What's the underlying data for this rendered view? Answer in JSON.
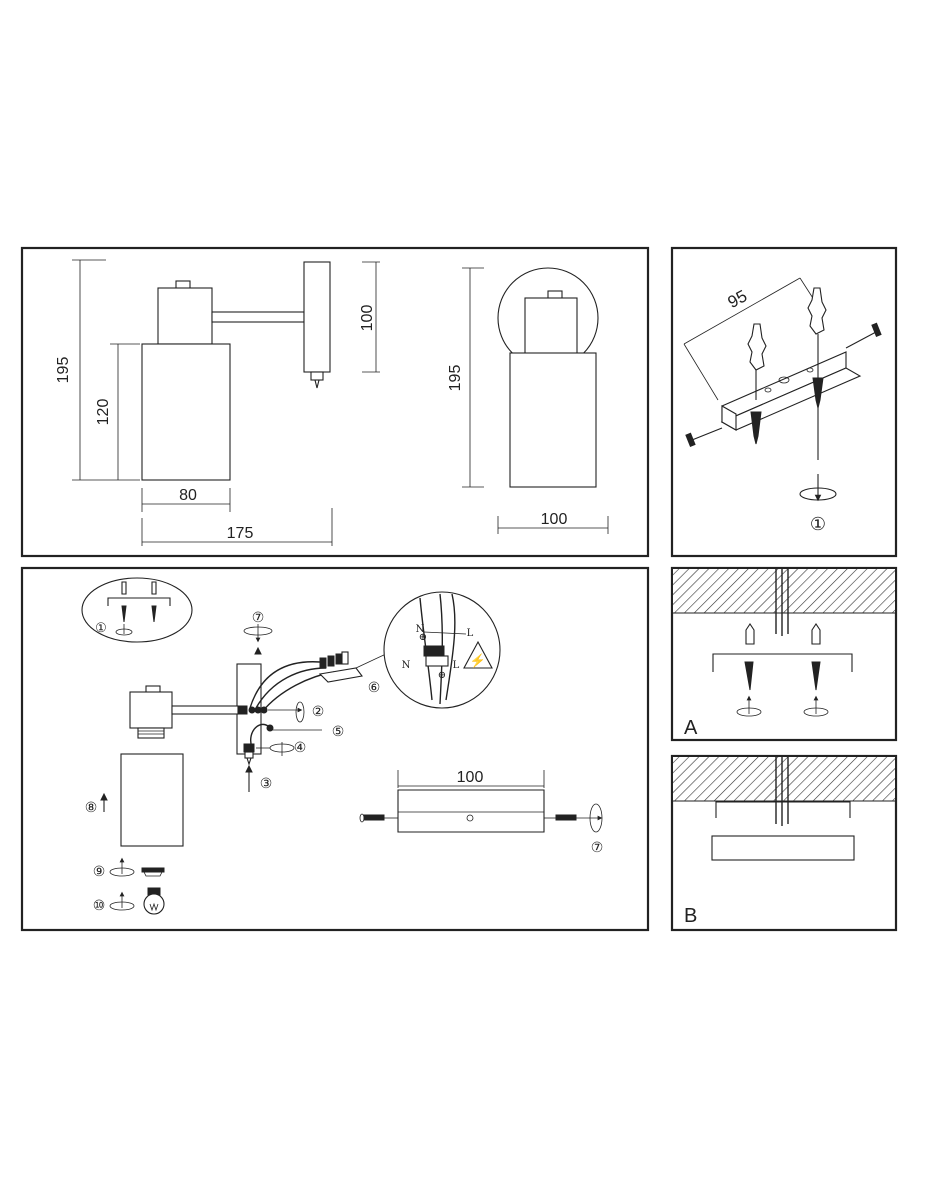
{
  "dimensions": {
    "side_height": "195",
    "side_shade_height": "120",
    "side_shade_width": "80",
    "side_depth": "175",
    "backplate_height": "100",
    "front_height": "195",
    "front_width": "100",
    "bracket_spacing": "95",
    "backplate_length": "100"
  },
  "steps": {
    "s1": "①",
    "s2": "②",
    "s3": "③",
    "s4": "④",
    "s5": "⑤",
    "s6": "⑥",
    "s7": "⑦",
    "s8": "⑧",
    "s9": "⑨",
    "s10": "⑩"
  },
  "wiring": {
    "neutral": "N",
    "live": "L",
    "ground_symbol": "⊕",
    "warning_symbol": "⚡"
  },
  "install_variants": {
    "a": "A",
    "b": "B"
  }
}
